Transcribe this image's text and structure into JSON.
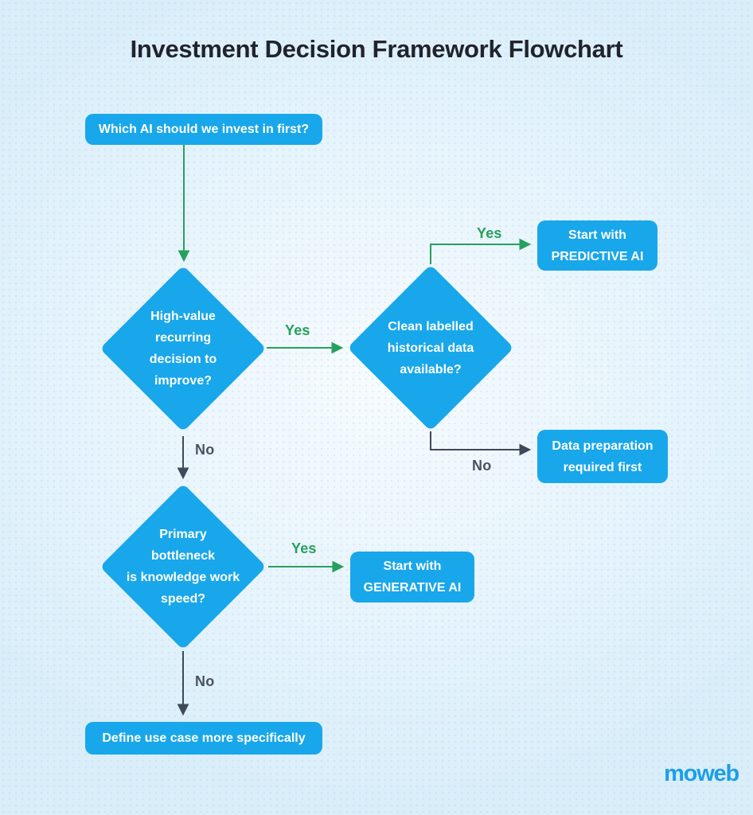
{
  "title": "Investment Decision Framework Flowchart",
  "logo": {
    "brand": "moweb"
  },
  "colors": {
    "node_blue": "#18a7ea",
    "edge_green": "#27a05e",
    "edge_slate": "#3e4a59",
    "title_dark": "#20242c",
    "background_blue": "#daeefa",
    "logo_blue": "#1b9fe8"
  },
  "nodes": {
    "start": {
      "label": "Which AI should we invest in first?"
    },
    "highvalue": {
      "lines": [
        "High-value",
        "recurring",
        "decision to",
        "improve?"
      ]
    },
    "cleandata": {
      "lines": [
        "Clean labelled",
        "historical data",
        "available?"
      ]
    },
    "predictive": {
      "lines": [
        "Start with",
        "PREDICTIVE AI"
      ]
    },
    "dataprep": {
      "lines": [
        "Data preparation",
        "required first"
      ]
    },
    "bottleneck": {
      "lines": [
        "Primary",
        "bottleneck",
        "is knowledge work",
        "speed?"
      ]
    },
    "generative": {
      "lines": [
        "Start with",
        "GENERATIVE AI"
      ]
    },
    "define": {
      "label": "Define use case more specifically"
    }
  },
  "edge_labels": {
    "yes_clean": "Yes",
    "yes_predictive": "Yes",
    "no_dataprep": "No",
    "no_bottleneck": "No",
    "yes_generative": "Yes",
    "no_define": "No"
  }
}
